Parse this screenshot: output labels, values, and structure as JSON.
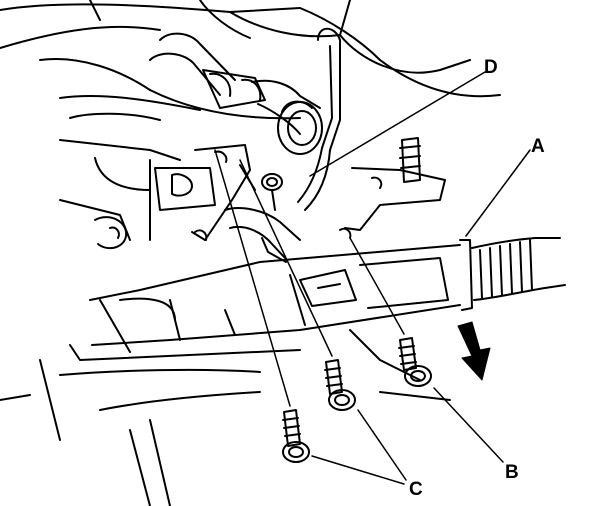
{
  "diagram": {
    "callouts": {
      "a": "A",
      "b": "B",
      "c": "C",
      "d": "D"
    },
    "colors": {
      "ink": "#000000",
      "paper": "#ffffff"
    }
  }
}
